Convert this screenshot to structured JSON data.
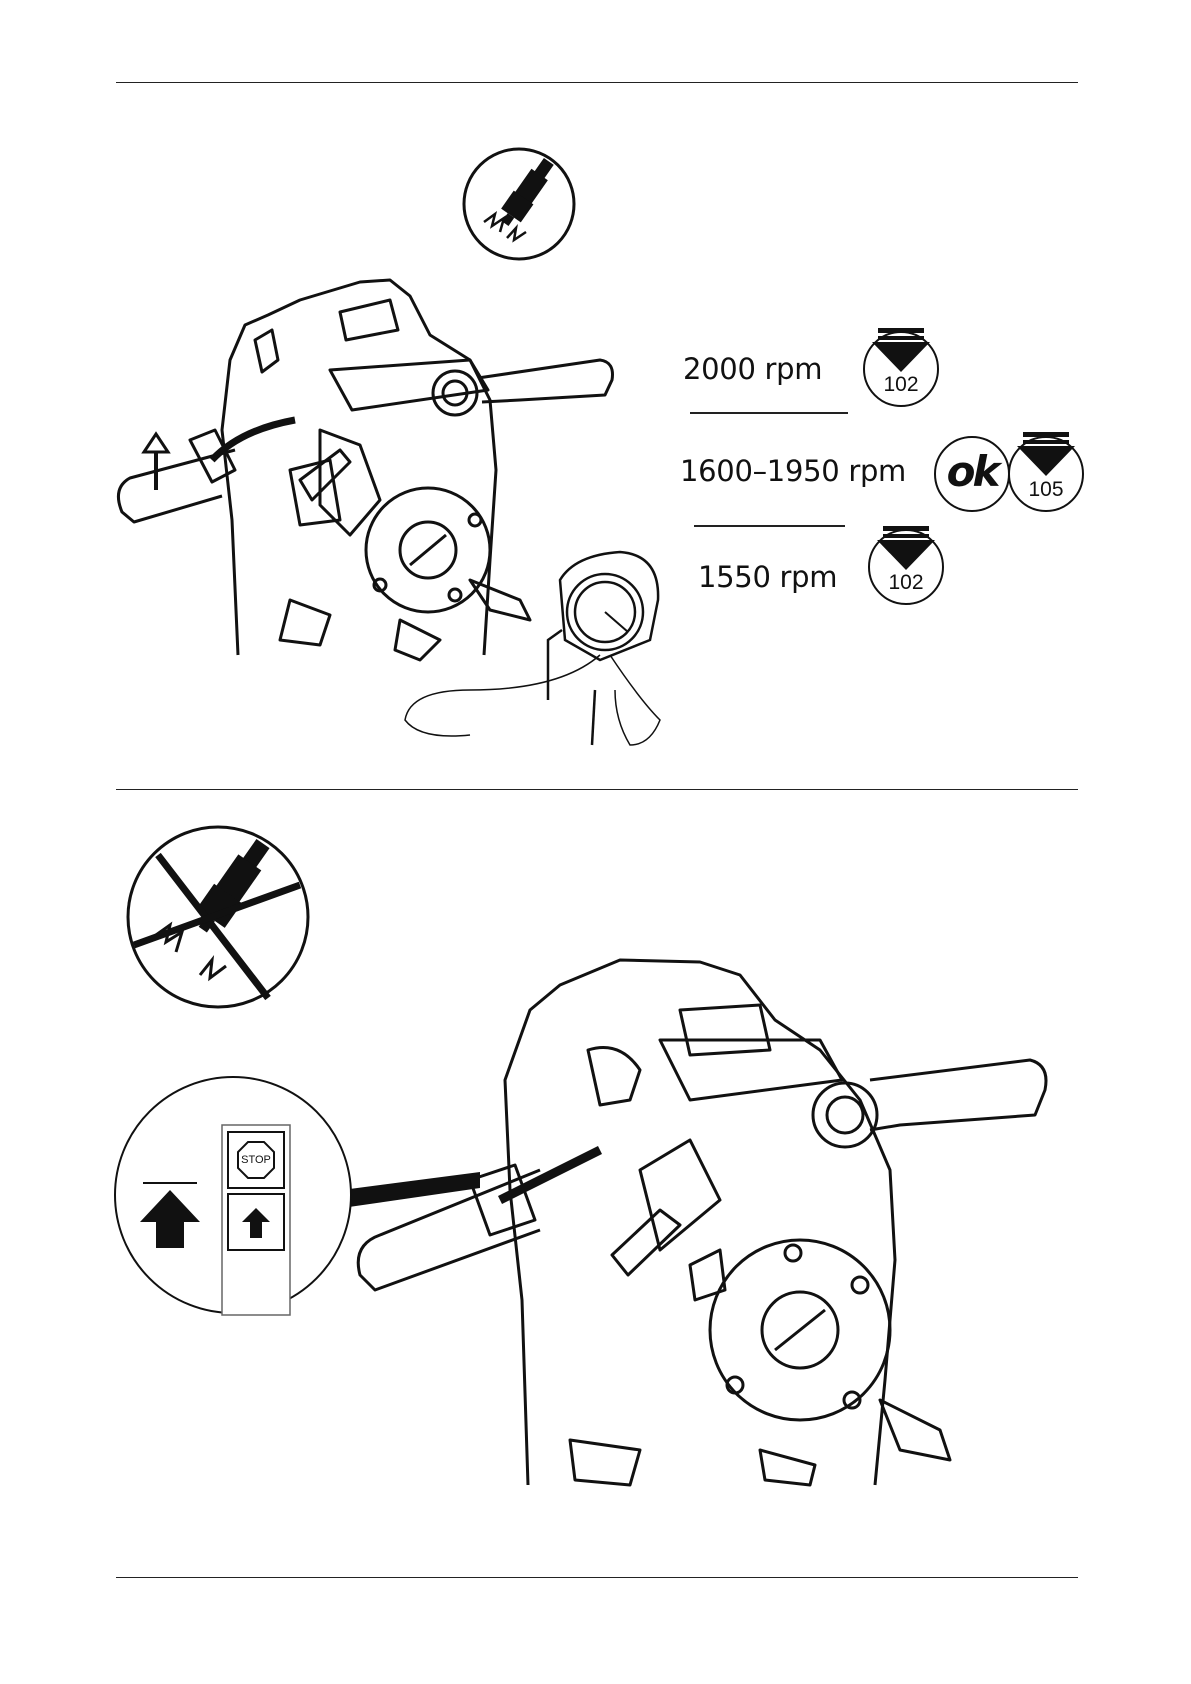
{
  "section1": {
    "rows": [
      {
        "rpm": "2000 rpm",
        "badge": "102"
      },
      {
        "rpm": "1600–1950 rpm",
        "ok": "ok",
        "badge": "105"
      },
      {
        "rpm": "1550 rpm",
        "badge": "102"
      }
    ]
  },
  "section2": {
    "stop_label": "STOP"
  },
  "icons": [
    "spark-plug-icon",
    "no-spark-icon",
    "tachometer-icon",
    "arrow-down-icon",
    "arrow-up-icon",
    "stop-button-icon"
  ]
}
